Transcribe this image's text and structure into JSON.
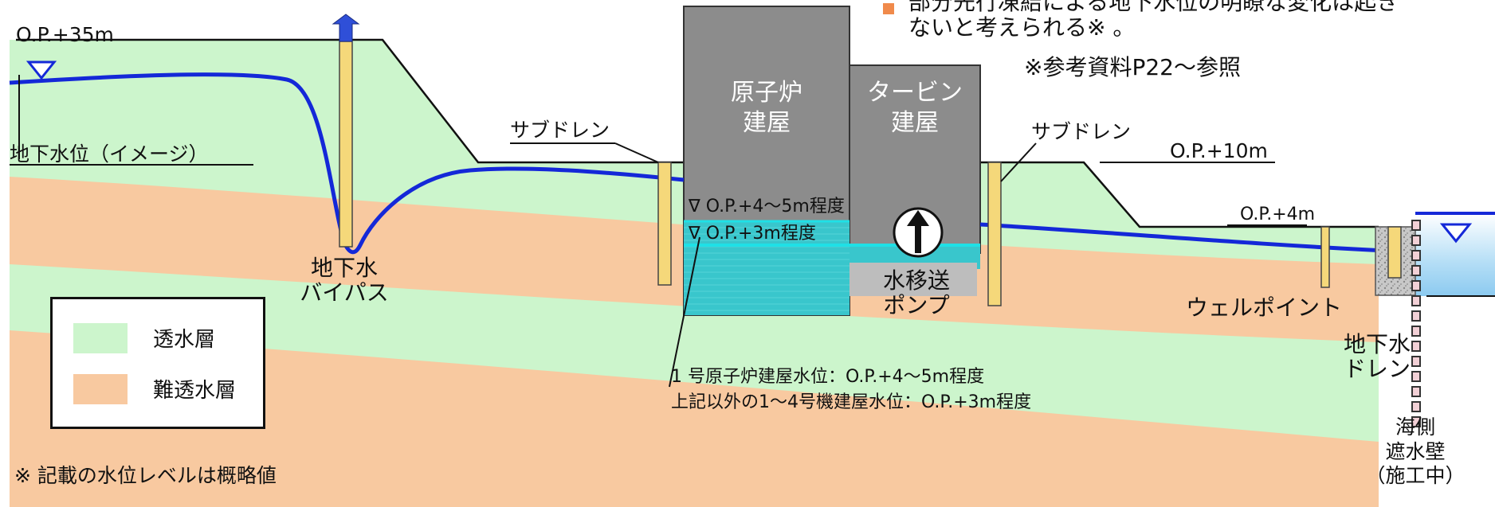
{
  "colors": {
    "permeable_layer": "#ccf5cc",
    "impermeable_layer": "#f8c9a0",
    "groundwater_line": "#1428d8",
    "building": "#8c8c8c",
    "building_water": "#39c6cc",
    "subdrain": "#f5d87a",
    "sea": "#9fd4f2",
    "bullet": "#f08a4b"
  },
  "top_note": {
    "line1": "部分先行凍結による地下水位の明瞭な変化は起き",
    "line2": "ないと考えられる※ 。",
    "reference": "※参考資料P22〜参照"
  },
  "levels": {
    "op35": "O.P.+35m",
    "op10": "O.P.+10m",
    "op4": "O.P.+4m"
  },
  "labels": {
    "groundwater_level_image": "地下水位（イメージ）",
    "subdrain_left": "サブドレン",
    "subdrain_right": "サブドレン",
    "groundwater_bypass_line1": "地下水",
    "groundwater_bypass_line2": "バイパス",
    "reactor_building_line1": "原子炉",
    "reactor_building_line2": "建屋",
    "turbine_building_line1": "タービン",
    "turbine_building_line2": "建屋",
    "water_level_4_5": "∇ O.P.+4〜5m程度",
    "water_level_3": "∇ O.P.+3m程度",
    "water_transfer_pump_line1": "水移送",
    "water_transfer_pump_line2": "ポンプ",
    "well_point": "ウェルポイント",
    "groundwater_drain_line1": "地下水",
    "groundwater_drain_line2": "ドレン",
    "sea_wall_line1": "海側",
    "sea_wall_line2": "遮水壁",
    "sea_wall_line3": "（施工中）",
    "unit1_water_level": "1 号原子炉建屋水位：O.P.+4〜5m程度",
    "other_units_water_level": "上記以外の1〜4号機建屋水位：O.P.+3m程度",
    "footnote": "※ 記載の水位レベルは概略値"
  },
  "legend": {
    "items": [
      {
        "label": "透水層",
        "color": "#ccf5cc"
      },
      {
        "label": "難透水層",
        "color": "#f8c9a0"
      }
    ]
  }
}
